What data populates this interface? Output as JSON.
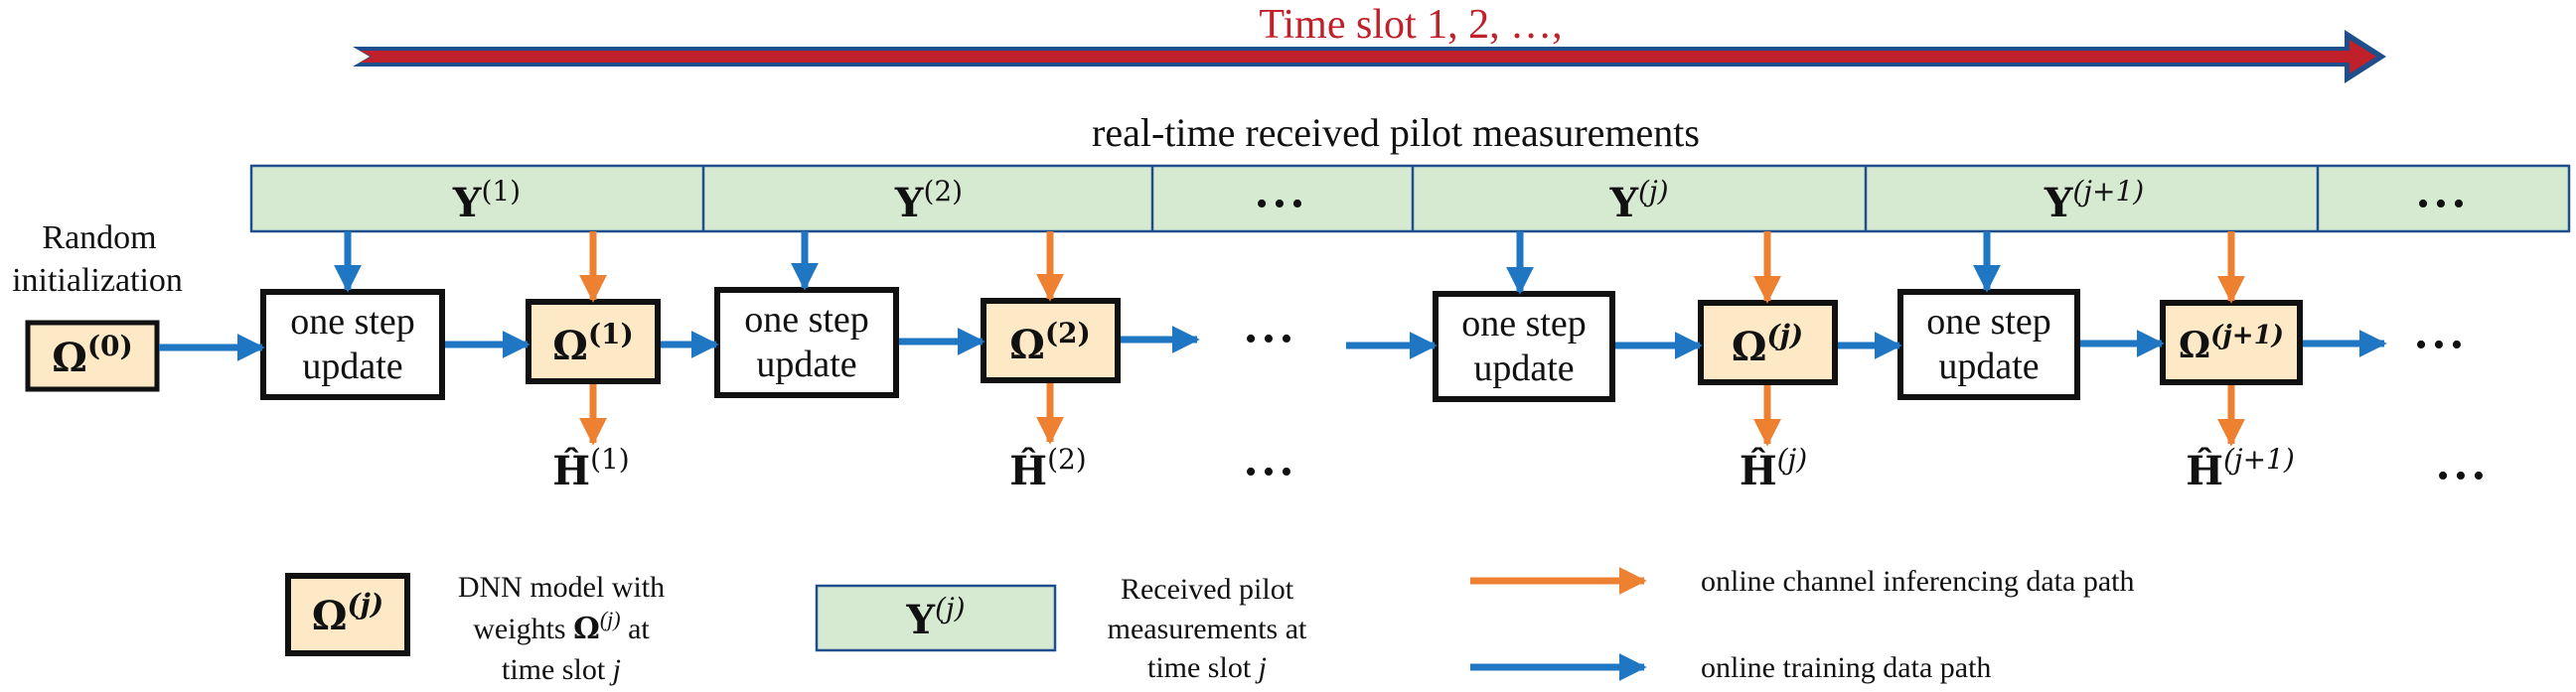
{
  "timeline": {
    "label": "Time slot 1, 2, …,",
    "color": "#c0202a"
  },
  "header": {
    "title": "real-time received pilot measurements"
  },
  "pilot_row": {
    "fill": "#d6ead2",
    "border": "#1f4e8c",
    "cells": [
      {
        "symbol": "Y",
        "sup": "(1)"
      },
      {
        "symbol": "Y",
        "sup": "(2)"
      },
      {
        "symbol": "",
        "sup": "",
        "text": "•••"
      },
      {
        "symbol": "Y",
        "sup": "(j)"
      },
      {
        "symbol": "Y",
        "sup": "(j+1)"
      },
      {
        "symbol": "",
        "sup": "",
        "text": "•••"
      }
    ]
  },
  "initial": {
    "caption_line1": "Random",
    "caption_line2": "initialization",
    "symbol": "Ω",
    "sup": "(0)"
  },
  "update_block": {
    "line1": "one step",
    "line2": "update"
  },
  "models": [
    {
      "symbol": "Ω",
      "sup": "(1)"
    },
    {
      "symbol": "Ω",
      "sup": "(2)"
    },
    {
      "symbol": "Ω",
      "sup": "(j)"
    },
    {
      "symbol": "Ω",
      "sup": "(j+1)"
    }
  ],
  "outputs": [
    {
      "symbol": "Ĥ",
      "sup": "(1)"
    },
    {
      "symbol": "Ĥ",
      "sup": "(2)"
    },
    {
      "symbol": "Ĥ",
      "sup": "(j)"
    },
    {
      "symbol": "Ĥ",
      "sup": "(j+1)"
    }
  ],
  "ellipsis": "•••",
  "colors": {
    "model_fill": "#fde9c6",
    "training_arrow": "#1f77c4",
    "inference_arrow": "#ee8032",
    "block_border": "#111111"
  },
  "legend": {
    "model": {
      "symbol": "Ω",
      "sup": "(j)",
      "line1": "DNN model with",
      "line2_prefix": "weights ",
      "line2_symbol": "Ω",
      "line2_sup": "(j)",
      "line2_suffix": " at",
      "line3_prefix": "time slot ",
      "line3_var": "j"
    },
    "pilot": {
      "symbol": "Y",
      "sup": "(j)",
      "line1": "Received pilot",
      "line2": "measurements at",
      "line3_prefix": "time slot ",
      "line3_var": "j"
    },
    "inference": "online channel inferencing data path",
    "training": "online training data path"
  }
}
